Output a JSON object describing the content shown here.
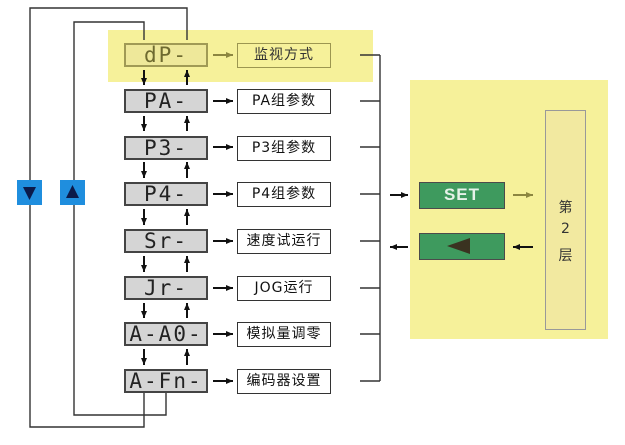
{
  "menu": [
    {
      "code": "dP-",
      "label": "监视方式",
      "highlight": true
    },
    {
      "code": "PA-",
      "label": "PA组参数",
      "highlight": false
    },
    {
      "code": "P3-",
      "label": "P3组参数",
      "highlight": false
    },
    {
      "code": "P4-",
      "label": "P4组参数",
      "highlight": false
    },
    {
      "code": "Sr-",
      "label": "速度试运行",
      "highlight": false
    },
    {
      "code": "Jr-",
      "label": "JOG运行",
      "highlight": false
    },
    {
      "code": "A-A0-",
      "label": "模拟量调零",
      "highlight": false
    },
    {
      "code": "A-Fn-",
      "label": "编码器设置",
      "highlight": false
    }
  ],
  "buttons": {
    "set_label": "SET",
    "back_icon": "left-triangle-icon"
  },
  "layer": {
    "line1": "第",
    "line2": "2",
    "line3": "层"
  },
  "side_buttons": {
    "down_icon": "down-triangle-icon",
    "up_icon": "up-triangle-icon"
  },
  "colors": {
    "highlight_yellow": "#f6f19a",
    "button_green": "#3e9a5e",
    "side_button_blue": "#1f8ede",
    "code_gray": "#d5d5d5"
  }
}
